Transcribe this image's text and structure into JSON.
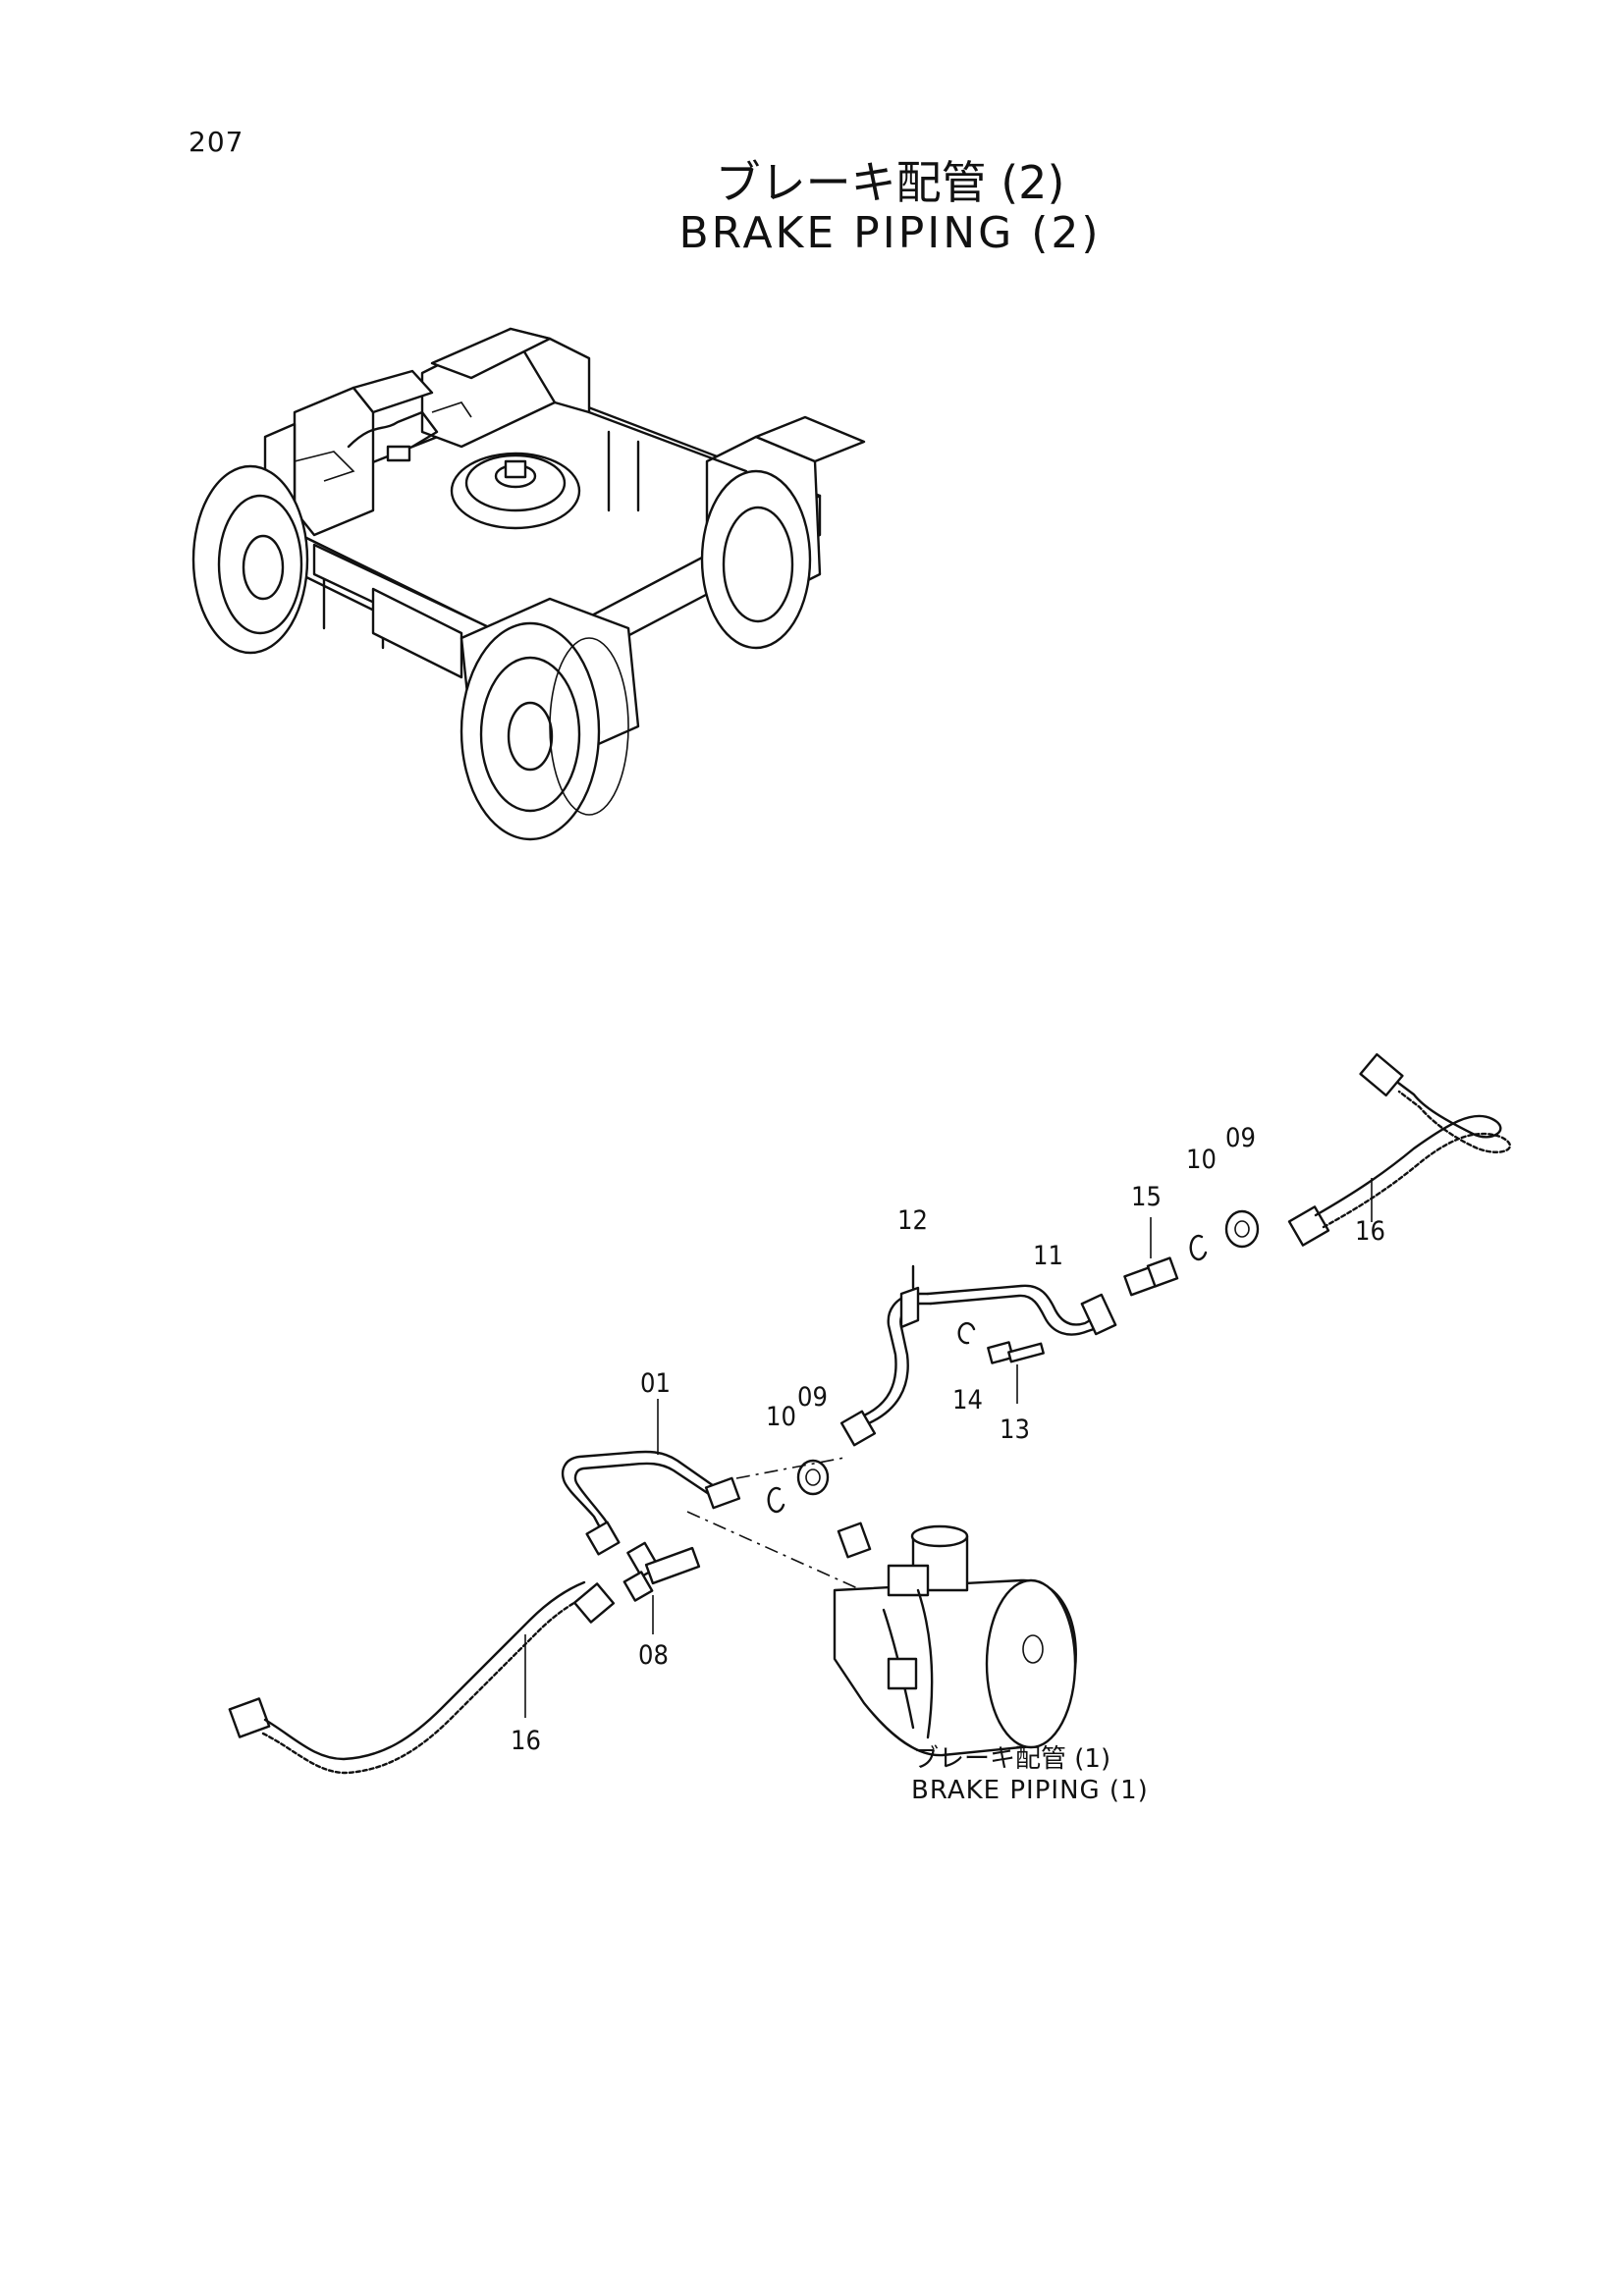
{
  "page": {
    "number": "207"
  },
  "title": {
    "ja": "ブレーキ配管 (2)",
    "en": "BRAKE PIPING (2)"
  },
  "reference": {
    "ja": "ブレーキ配管 (1)",
    "en": "BRAKE PIPING (1)"
  },
  "callouts": {
    "c01": "01",
    "c08": "08",
    "c09a": "09",
    "c10a": "10",
    "c09b": "09",
    "c10b": "10",
    "c11": "11",
    "c12": "12",
    "c13": "13",
    "c14": "14",
    "c15": "15",
    "c16a": "16",
    "c16b": "16"
  }
}
